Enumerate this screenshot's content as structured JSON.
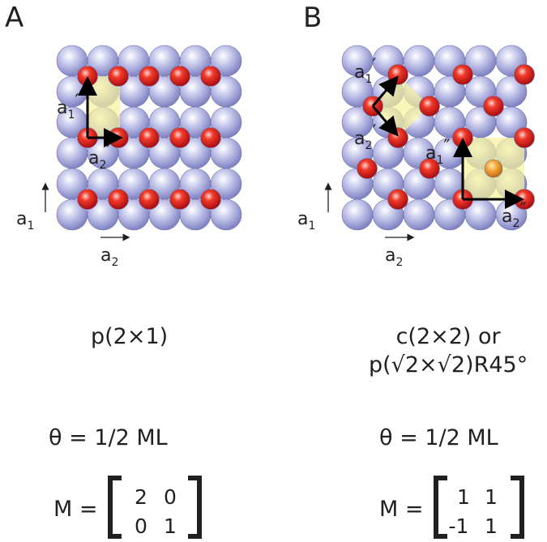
{
  "panels": [
    {
      "letter": "A",
      "vec_a1": "a",
      "vec_a1_sub": "1",
      "vec_a1_prime": "a",
      "vec_a1_prime_sub": "1",
      "vec_a1_prime_mark": "′",
      "vec_a2": "a",
      "vec_a2_sub": "2",
      "vec_a2_prime": "a",
      "vec_a2_prime_sub": "2",
      "vec_a2_prime_mark": "′",
      "notation_line1": "p(2×1)",
      "notation_line2": "",
      "coverage": "θ = 1/2 ML",
      "matrix_label": "M =",
      "matrix": [
        [
          "2",
          "0"
        ],
        [
          "0",
          "1"
        ]
      ]
    },
    {
      "letter": "B",
      "vec_a1": "a",
      "vec_a1_sub": "1",
      "vec_a1_prime": "a",
      "vec_a1_prime_sub": "1",
      "vec_a1_prime_mark": "′",
      "vec_a2": "a",
      "vec_a2_sub": "2",
      "vec_a2_prime": "a",
      "vec_a2_prime_sub": "2",
      "vec_a2_prime_mark": "′",
      "vec_a1_dprime": "a",
      "vec_a1_dprime_sub": "1",
      "vec_a1_dprime_mark": "″",
      "vec_a2_dprime": "a",
      "vec_a2_dprime_sub": "2",
      "vec_a2_dprime_mark": "″",
      "notation_line1": "c(2×2) or",
      "notation_line2": "p(√2×√2)R45°",
      "coverage": "θ = 1/2 ML",
      "matrix_label": "M =",
      "matrix": [
        [
          "1",
          "1"
        ],
        [
          "-1",
          "1"
        ]
      ]
    }
  ],
  "colors": {
    "substrate_atom": "#a2a4d6",
    "adsorbate_atom": "#e8151b",
    "unit_cell_fill": "#f6f29a",
    "text": "#231f20"
  }
}
